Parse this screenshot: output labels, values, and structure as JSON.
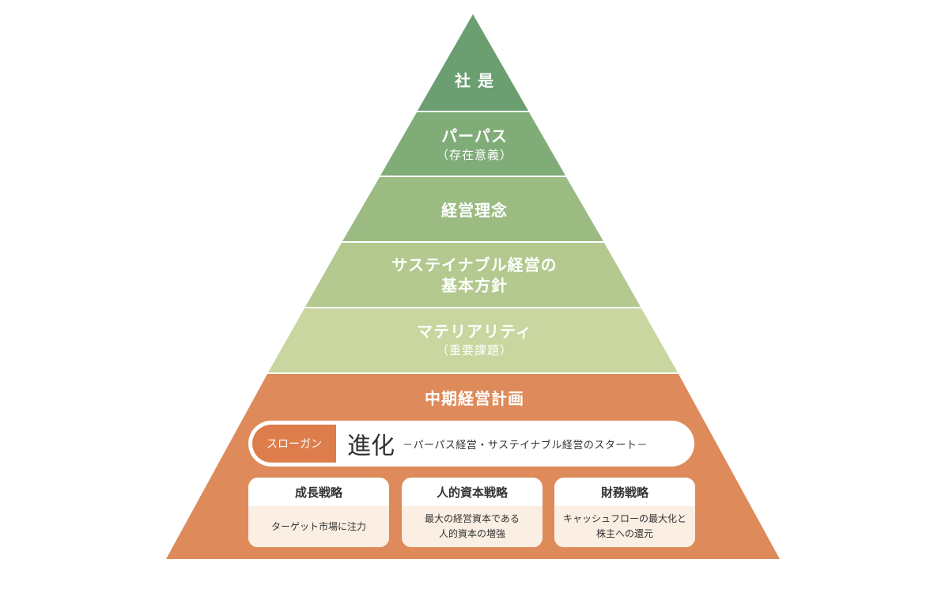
{
  "colors": {
    "tier1": "#6b9e71",
    "tier2": "#80ac78",
    "tier3": "#9bbb82",
    "tier4": "#b3c98f",
    "tier5": "#c9d69f",
    "plan": "#de8a5a",
    "accent": "#de7d4c"
  },
  "tiers": [
    {
      "line1": "社 是",
      "line2": ""
    },
    {
      "line1": "パーパス",
      "line2": "（存在意義）"
    },
    {
      "line1": "経営理念",
      "line2": ""
    },
    {
      "line1": "サステイナブル経営の",
      "line2": "基本方針"
    },
    {
      "line1": "マテリアリティ",
      "line2": "（重要課題）"
    }
  ],
  "plan": {
    "title": "中期経営計画",
    "slogan_tag": "スローガン",
    "slogan_word": "進化",
    "slogan_sub": "－パーパス経営・サステイナブル経営のスタート－"
  },
  "strategies": [
    {
      "title": "成長戦略",
      "line1": "ターゲット市場に注力",
      "line2": ""
    },
    {
      "title": "人的資本戦略",
      "line1": "最大の経営資本である",
      "line2": "人的資本の増強"
    },
    {
      "title": "財務戦略",
      "line1": "キャッシュフローの最大化と",
      "line2": "株主への還元"
    }
  ]
}
